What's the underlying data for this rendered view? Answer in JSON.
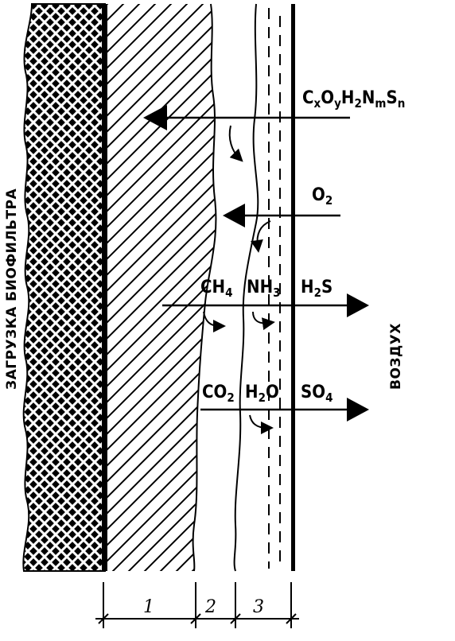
{
  "labels": {
    "biofilter_load": "ЗАГРУЗКА БИОФИЛЬТРА",
    "air": "ВОЗДУХ"
  },
  "zones": [
    "1",
    "2",
    "3"
  ],
  "substances": {
    "organic": {
      "parts": [
        [
          "C",
          ""
        ],
        [
          "x",
          "sub"
        ],
        [
          "O",
          ""
        ],
        [
          "y",
          "sub"
        ],
        [
          "H",
          ""
        ],
        [
          "2",
          "sub"
        ],
        [
          "N",
          ""
        ],
        [
          "m",
          "sub"
        ],
        [
          "S",
          ""
        ],
        [
          "n",
          "sub"
        ]
      ]
    },
    "oxygen": {
      "parts": [
        [
          "O",
          ""
        ],
        [
          "2",
          "sub"
        ]
      ]
    },
    "methane": {
      "parts": [
        [
          "CH",
          ""
        ],
        [
          "4",
          "sub"
        ]
      ]
    },
    "ammonia": {
      "parts": [
        [
          "NH",
          ""
        ],
        [
          "3",
          "sub"
        ]
      ]
    },
    "hydrogen_sulfide": {
      "parts": [
        [
          "H",
          ""
        ],
        [
          "2",
          "sub"
        ],
        [
          "S",
          ""
        ]
      ]
    },
    "carbon_dioxide": {
      "parts": [
        [
          "CO",
          ""
        ],
        [
          "2",
          "sub"
        ]
      ]
    },
    "water": {
      "parts": [
        [
          "H",
          ""
        ],
        [
          "2",
          "sub"
        ],
        [
          "O",
          ""
        ]
      ]
    },
    "sulfate": {
      "parts": [
        [
          "SO",
          ""
        ],
        [
          "4",
          "sub"
        ]
      ]
    }
  },
  "colors": {
    "ink": "#000000",
    "paper": "#ffffff"
  }
}
